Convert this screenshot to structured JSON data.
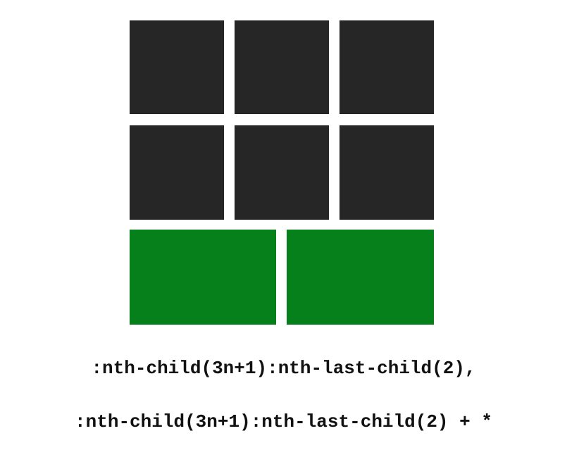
{
  "selector_lines": [
    ":nth-child(3n+1):nth-last-child(2),",
    ":nth-child(3n+1):nth-last-child(2) + *"
  ],
  "tiles": [
    {
      "index": 1,
      "state": "normal",
      "color": "#262626"
    },
    {
      "index": 2,
      "state": "normal",
      "color": "#262626"
    },
    {
      "index": 3,
      "state": "normal",
      "color": "#262626"
    },
    {
      "index": 4,
      "state": "normal",
      "color": "#262626"
    },
    {
      "index": 5,
      "state": "normal",
      "color": "#262626"
    },
    {
      "index": 6,
      "state": "normal",
      "color": "#262626"
    },
    {
      "index": 7,
      "state": "highlighted",
      "color": "#05801a"
    },
    {
      "index": 8,
      "state": "highlighted",
      "color": "#05801a"
    }
  ]
}
